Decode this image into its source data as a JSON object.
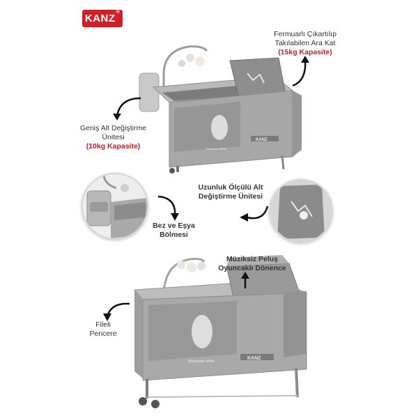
{
  "brand": {
    "logo_text": "KANZ",
    "reg_mark": "®",
    "accent": "#d11f29"
  },
  "captions": {
    "top_right": {
      "line1": "Fermuarlı Çıkartılıp",
      "line2": "Takılabilen Ara Kat",
      "highlight": "(15kg Kapasite)"
    },
    "left": {
      "line1": "Geniş Alt Değiştirme",
      "line2": "Ünitesi",
      "highlight": "(10kg Kapasite)"
    },
    "changing_unit": {
      "line1": "Uzunluk Ölçülü Alt",
      "line2": "Değiştirme Ünitesi"
    },
    "storage": {
      "line1": "Bez ve Eşya",
      "line2": "Bölmesi"
    },
    "mobile": {
      "line1": "Müziksiz Peluş",
      "line2": "Oyuncaklı Dönence"
    },
    "window": {
      "line1": "Fileli",
      "line2": "Pencere"
    }
  },
  "crib_labels": {
    "model": "Sleepease xPlus",
    "brand": "KANZ"
  }
}
